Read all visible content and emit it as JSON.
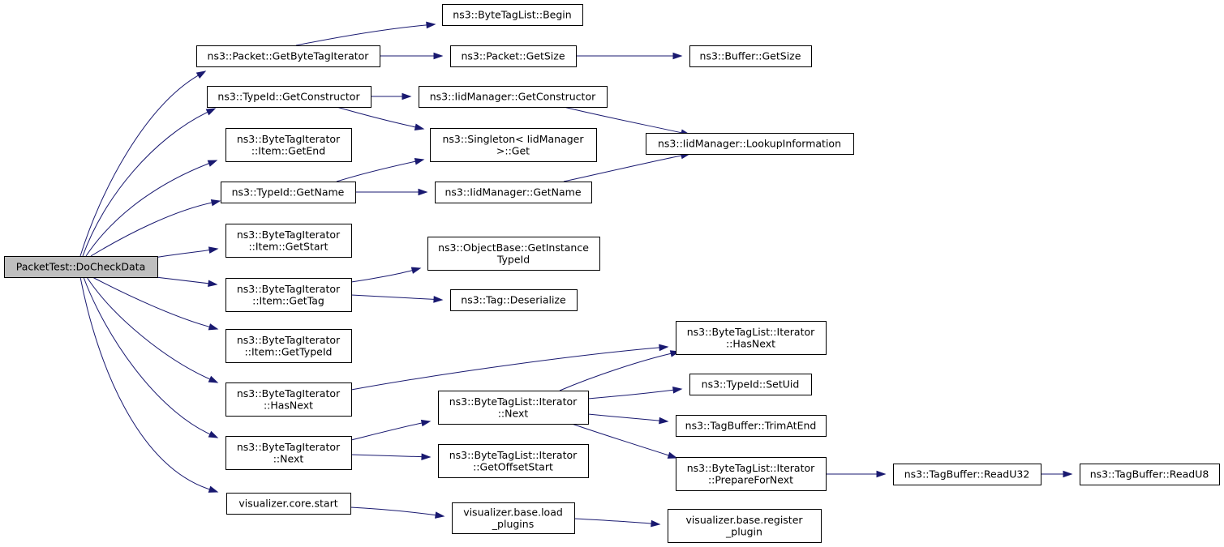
{
  "diagram": {
    "title": "",
    "colors": {
      "edge": "#191970",
      "root_fill": "#bfbfbf",
      "node_fill": "#ffffff",
      "border": "#000000"
    },
    "nodes": [
      {
        "id": "root",
        "lines": [
          "PacketTest::DoCheckData"
        ],
        "root": true
      },
      {
        "id": "pkt_gbti",
        "lines": [
          "ns3::Packet::GetByteTagIterator"
        ]
      },
      {
        "id": "tid_gc",
        "lines": [
          "ns3::TypeId::GetConstructor"
        ]
      },
      {
        "id": "bti_item_getend",
        "lines": [
          "ns3::ByteTagIterator",
          "::Item::GetEnd"
        ]
      },
      {
        "id": "tid_gn",
        "lines": [
          "ns3::TypeId::GetName"
        ]
      },
      {
        "id": "bti_item_getstart",
        "lines": [
          "ns3::ByteTagIterator",
          "::Item::GetStart"
        ]
      },
      {
        "id": "bti_item_gettag",
        "lines": [
          "ns3::ByteTagIterator",
          "::Item::GetTag"
        ]
      },
      {
        "id": "bti_item_gettypeid",
        "lines": [
          "ns3::ByteTagIterator",
          "::Item::GetTypeId"
        ]
      },
      {
        "id": "bti_hasnext",
        "lines": [
          "ns3::ByteTagIterator",
          "::HasNext"
        ]
      },
      {
        "id": "bti_next",
        "lines": [
          "ns3::ByteTagIterator",
          "::Next"
        ]
      },
      {
        "id": "vis_core_start",
        "lines": [
          "visualizer.core.start"
        ]
      },
      {
        "id": "btl_begin",
        "lines": [
          "ns3::ByteTagList::Begin"
        ]
      },
      {
        "id": "pkt_getsize",
        "lines": [
          "ns3::Packet::GetSize"
        ]
      },
      {
        "id": "iid_gc",
        "lines": [
          "ns3::IidManager::GetConstructor"
        ]
      },
      {
        "id": "singleton_get",
        "lines": [
          "ns3::Singleton< IidManager",
          ">::Get"
        ]
      },
      {
        "id": "iid_gn",
        "lines": [
          "ns3::IidManager::GetName"
        ]
      },
      {
        "id": "ob_git",
        "lines": [
          "ns3::ObjectBase::GetInstance",
          "TypeId"
        ]
      },
      {
        "id": "tag_deser",
        "lines": [
          "ns3::Tag::Deserialize"
        ]
      },
      {
        "id": "btli_next",
        "lines": [
          "ns3::ByteTagList::Iterator",
          "::Next"
        ]
      },
      {
        "id": "btli_gos",
        "lines": [
          "ns3::ByteTagList::Iterator",
          "::GetOffsetStart"
        ]
      },
      {
        "id": "vis_base_load",
        "lines": [
          "visualizer.base.load",
          "_plugins"
        ]
      },
      {
        "id": "buf_getsize",
        "lines": [
          "ns3::Buffer::GetSize"
        ]
      },
      {
        "id": "iid_lookup",
        "lines": [
          "ns3::IidManager::LookupInformation"
        ]
      },
      {
        "id": "btli_hasnext",
        "lines": [
          "ns3::ByteTagList::Iterator",
          "::HasNext"
        ]
      },
      {
        "id": "tid_setuid",
        "lines": [
          "ns3::TypeId::SetUid"
        ]
      },
      {
        "id": "tb_trim",
        "lines": [
          "ns3::TagBuffer::TrimAtEnd"
        ]
      },
      {
        "id": "btli_pfn",
        "lines": [
          "ns3::ByteTagList::Iterator",
          "::PrepareForNext"
        ]
      },
      {
        "id": "vis_base_reg",
        "lines": [
          "visualizer.base.register",
          "_plugin"
        ]
      },
      {
        "id": "tb_readu32",
        "lines": [
          "ns3::TagBuffer::ReadU32"
        ]
      },
      {
        "id": "tb_readu8",
        "lines": [
          "ns3::TagBuffer::ReadU8"
        ]
      }
    ],
    "edges": [
      {
        "from": "root",
        "to": "pkt_gbti"
      },
      {
        "from": "root",
        "to": "tid_gc"
      },
      {
        "from": "root",
        "to": "bti_item_getend"
      },
      {
        "from": "root",
        "to": "tid_gn"
      },
      {
        "from": "root",
        "to": "bti_item_getstart"
      },
      {
        "from": "root",
        "to": "bti_item_gettag"
      },
      {
        "from": "root",
        "to": "bti_item_gettypeid"
      },
      {
        "from": "root",
        "to": "bti_hasnext"
      },
      {
        "from": "root",
        "to": "bti_next"
      },
      {
        "from": "root",
        "to": "vis_core_start"
      },
      {
        "from": "pkt_gbti",
        "to": "btl_begin"
      },
      {
        "from": "pkt_gbti",
        "to": "pkt_getsize"
      },
      {
        "from": "pkt_getsize",
        "to": "buf_getsize"
      },
      {
        "from": "tid_gc",
        "to": "iid_gc"
      },
      {
        "from": "tid_gc",
        "to": "singleton_get"
      },
      {
        "from": "iid_gc",
        "to": "iid_lookup"
      },
      {
        "from": "tid_gn",
        "to": "singleton_get"
      },
      {
        "from": "tid_gn",
        "to": "iid_gn"
      },
      {
        "from": "iid_gn",
        "to": "iid_lookup"
      },
      {
        "from": "bti_item_gettag",
        "to": "ob_git"
      },
      {
        "from": "bti_item_gettag",
        "to": "tag_deser"
      },
      {
        "from": "bti_hasnext",
        "to": "btli_hasnext"
      },
      {
        "from": "bti_next",
        "to": "btli_next"
      },
      {
        "from": "bti_next",
        "to": "btli_gos"
      },
      {
        "from": "btli_next",
        "to": "btli_hasnext"
      },
      {
        "from": "btli_next",
        "to": "tid_setuid"
      },
      {
        "from": "btli_next",
        "to": "tb_trim"
      },
      {
        "from": "btli_next",
        "to": "btli_pfn"
      },
      {
        "from": "btli_pfn",
        "to": "tb_readu32"
      },
      {
        "from": "tb_readu32",
        "to": "tb_readu8"
      },
      {
        "from": "vis_core_start",
        "to": "vis_base_load"
      },
      {
        "from": "vis_base_load",
        "to": "vis_base_reg"
      }
    ]
  }
}
